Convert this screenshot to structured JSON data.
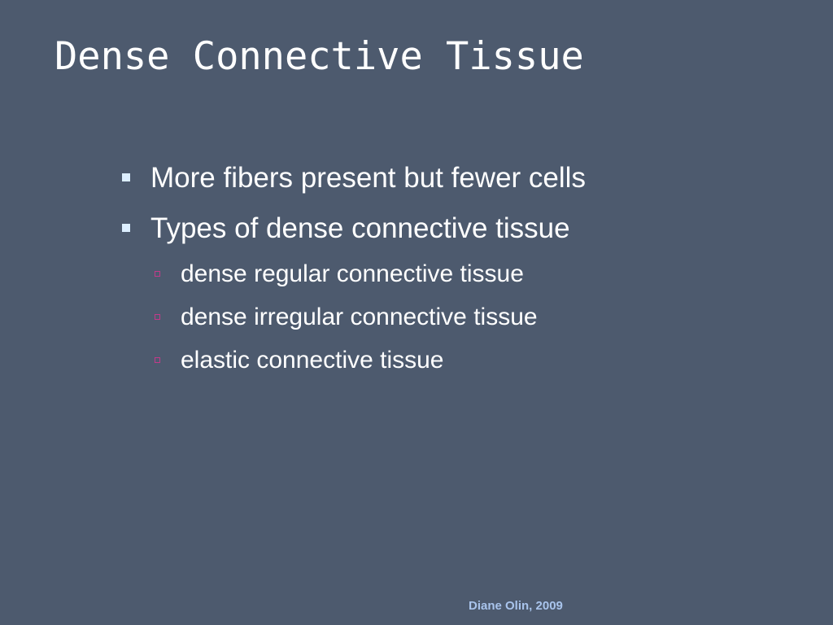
{
  "slide": {
    "title": "Dense Connective Tissue",
    "bullets": [
      {
        "text": "More fibers present but fewer cells",
        "level": 1
      },
      {
        "text": "Types of dense connective tissue",
        "level": 1
      },
      {
        "text": "dense regular connective tissue",
        "level": 2
      },
      {
        "text": "dense irregular connective tissue",
        "level": 2
      },
      {
        "text": "elastic connective tissue",
        "level": 2
      }
    ],
    "footer": "Diane Olin, 2009"
  },
  "colors": {
    "background": "#4d5a6e",
    "text": "#ffffff",
    "level1_marker": "#dceeff",
    "level2_marker": "#c23a8a",
    "footer": "#a9c4ec"
  },
  "icons": {
    "level1_marker": "filled-square-bullet-icon",
    "level2_marker": "hollow-square-bullet-icon"
  }
}
